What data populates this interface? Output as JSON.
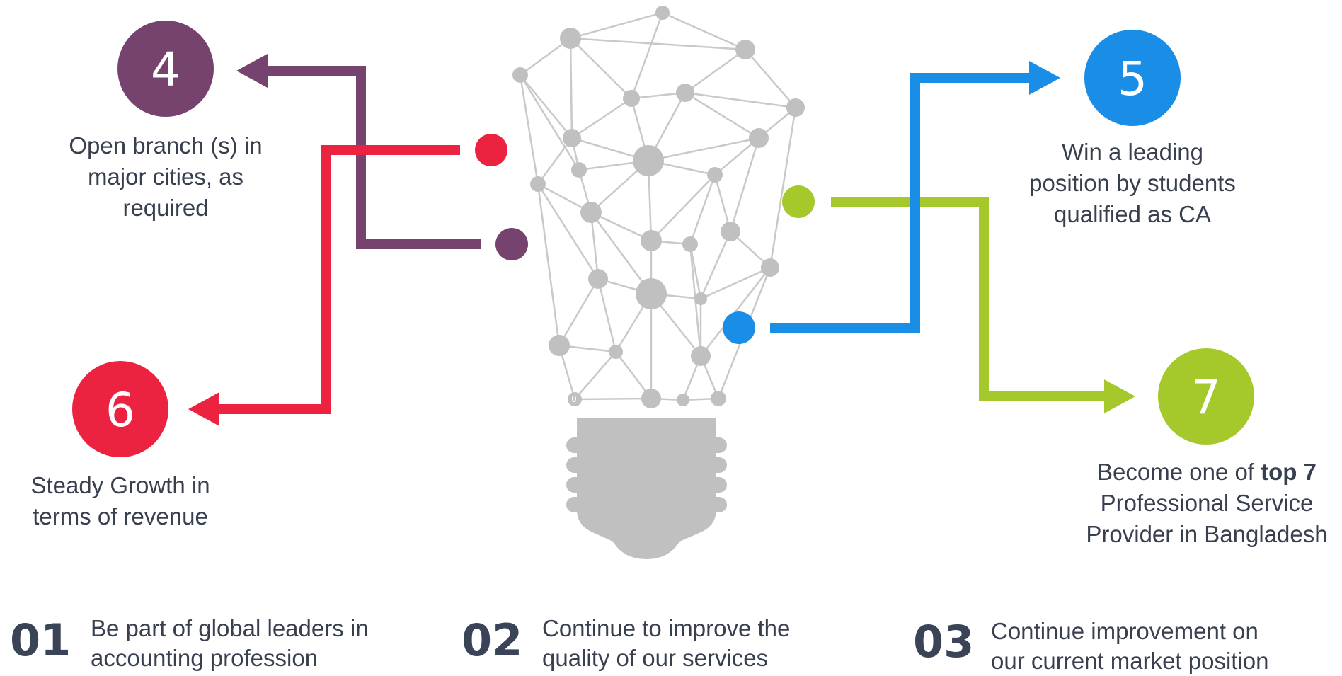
{
  "colors": {
    "purple": "#76426e",
    "red": "#ec2340",
    "blue": "#1a8ee6",
    "green": "#a5c92b",
    "bulb": "#c0c0c0",
    "bulb_line": "#c9c9c9",
    "text": "#38404f",
    "step_number": "#3b4457"
  },
  "goals": [
    {
      "number": "4",
      "color": "purple",
      "lines": [
        "Open branch (s) in",
        "major cities, as",
        "required"
      ]
    },
    {
      "number": "6",
      "color": "red",
      "lines": [
        "Steady Growth in",
        "terms of revenue"
      ]
    },
    {
      "number": "5",
      "color": "blue",
      "lines": [
        "Win a leading",
        "position by students",
        "qualified as CA"
      ]
    },
    {
      "number": "7",
      "color": "green",
      "lines_prefix": "Become one of ",
      "lines_bold": "top 7",
      "lines": [
        "Professional Service",
        "Provider in Bangladesh"
      ]
    }
  ],
  "bulb_small_label": "0",
  "steps": [
    {
      "number": "01",
      "lines": [
        "Be part of global leaders in",
        "accounting profession"
      ]
    },
    {
      "number": "02",
      "lines": [
        "Continue to improve the",
        "quality of our services"
      ]
    },
    {
      "number": "03",
      "lines": [
        "Continue improvement on",
        "our current market position"
      ]
    }
  ]
}
